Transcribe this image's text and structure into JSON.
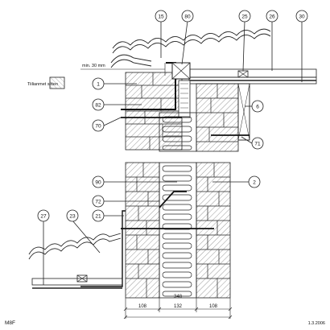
{
  "drawing": {
    "code": "M8F",
    "date": "1.3.2006",
    "legend_label": "Tiilianmet sitten",
    "min_note": "min. 30 mm"
  },
  "callouts": {
    "c15": "15",
    "c80": "80",
    "c25": "25",
    "c26": "26",
    "c30": "30",
    "c1": "1",
    "c82": "82",
    "c70": "70",
    "c6": "6",
    "c71": "71",
    "c90": "90",
    "c2": "2",
    "c72": "72",
    "c21": "21",
    "c27": "27",
    "c23": "23"
  },
  "dimensions": {
    "total": "348",
    "seg1": "108",
    "seg2": "132",
    "seg3": "108"
  }
}
